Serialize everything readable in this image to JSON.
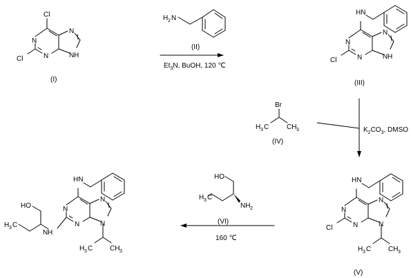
{
  "compounds": {
    "I": {
      "id": "(I)",
      "atoms": {
        "cl_top": "Cl",
        "cl_left": "Cl",
        "n1": "N",
        "n3": "N",
        "n7": "N",
        "nh": "N",
        "h": "H"
      }
    },
    "II": {
      "id": "(II)",
      "atoms": {
        "h2n": "H",
        "h2n_sub": "2",
        "h2n_n": "N"
      }
    },
    "III": {
      "id": "(III)",
      "atoms": {
        "hn": "HN",
        "cl": "Cl",
        "n1": "N",
        "n3": "N",
        "n7": "N",
        "n9": "N",
        "h": "H"
      }
    },
    "IV": {
      "id": "(IV)",
      "atoms": {
        "br": "Br",
        "h3c": "H",
        "h3c_sub": "3",
        "h3c_c": "C",
        "ch3": "CH",
        "ch3_sub": "3"
      }
    },
    "V": {
      "id": "(V)",
      "atoms": {
        "hn": "HN",
        "cl": "Cl",
        "n1": "N",
        "n3": "N",
        "n7": "N",
        "n9": "N",
        "h3c": "H",
        "h3c_sub": "3",
        "h3c_c": "C",
        "ch3": "CH",
        "ch3_sub": "3"
      }
    },
    "VI": {
      "id": "(VI)",
      "atoms": {
        "ho": "HO",
        "h3c": "H",
        "h3c_sub": "3",
        "h3c_c": "C",
        "nh2": "NH",
        "nh2_sub": "2"
      }
    },
    "product": {
      "atoms": {
        "hn": "HN",
        "ho": "HO",
        "h3c": "H",
        "h3c_sub": "3",
        "h3c_c": "C",
        "nh": "N",
        "nh_h": "H",
        "n1": "N",
        "n3": "N",
        "n7": "N",
        "n9": "N",
        "ipr_h3c": "H",
        "ipr_h3c_sub": "3",
        "ipr_h3c_c": "C",
        "ipr_ch3": "CH",
        "ipr_ch3_sub": "3"
      }
    }
  },
  "conditions": {
    "step1": {
      "reagent_id": "(II)",
      "line1_a": "Et",
      "line1_sub": "3",
      "line1_b": "N, BuOH, 120 ",
      "symbol": "℃"
    },
    "step2": {
      "line": "K",
      "sub": "2",
      "line_b": "CO",
      "sub2": "3",
      "line_c": ", DMSO"
    },
    "step3": {
      "reagent_id": "(VI)",
      "temp": "160 ",
      "symbol": "℃"
    }
  }
}
